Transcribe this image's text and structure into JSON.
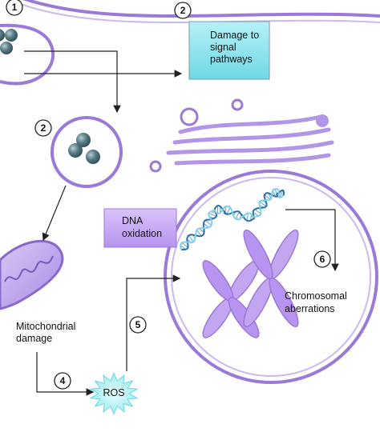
{
  "colors": {
    "membrane": "#9a7ad6",
    "membrane_light": "#cdb9ee",
    "organelle_fill": "#c7b0f0",
    "particle": "#4f6f7a",
    "signal_box": "#8fe3ee",
    "dna_box": "#c7a8f5",
    "ros": "#9ff0f3",
    "dna_strand_a": "#2f6fa8",
    "dna_strand_b": "#7fd0e8",
    "arrow": "#222222"
  },
  "steps": [
    "1",
    "2",
    "2",
    "4",
    "5",
    "6"
  ],
  "labels": {
    "damage_signal_line1": "Damage to",
    "damage_signal_line2": "signal",
    "damage_signal_line3": "pathways",
    "dna_line1": "DNA",
    "dna_line2": "oxidation",
    "mito_line1": "Mitochondrial",
    "mito_line2": "damage",
    "ros": "ROS",
    "chromo_line1": "Chromosomal",
    "chromo_line2": "aberrations"
  }
}
